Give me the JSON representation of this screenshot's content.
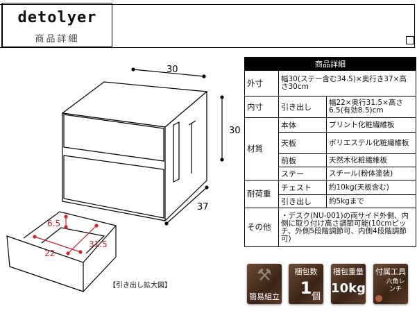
{
  "header": {
    "brand": "detolyer",
    "subtitle": "商品詳細"
  },
  "diagram": {
    "width": "30",
    "height": "30",
    "depth": "37",
    "drawer_height": "6.5",
    "drawer_width": "22",
    "drawer_depth": "31.5",
    "caption": "【引き出し拡大図】"
  },
  "table": {
    "title": "商品詳細",
    "outer": {
      "label": "外寸",
      "value": "幅30(ステー含む34.5)×奥行き37×高さ30cm"
    },
    "inner": {
      "label": "内寸",
      "sub": "引き出し",
      "value": "幅22×奥行31.5×高さ6.5(有効8.5)cm"
    },
    "material": {
      "label": "材質",
      "rows": [
        {
          "k": "本体",
          "v": "プリント化粧繊維板"
        },
        {
          "k": "天板",
          "v": "ポリエステル化粧繊維板"
        },
        {
          "k": "前板",
          "v": "天然木化粧繊維板"
        },
        {
          "k": "ステー",
          "v": "スチール(粉体塗装)"
        }
      ]
    },
    "load": {
      "label": "耐荷重",
      "rows": [
        {
          "k": "チェスト",
          "v": "約10kg(天板含む)"
        },
        {
          "k": "引き出し",
          "v": "約5kgまで"
        }
      ]
    },
    "other": {
      "label": "その他",
      "value": "・デスク(NU-001)の両サイド外側、内側に取り付け高さ調節可能(10cmピッチ、外側5段階調節可、内側4段階調節可)"
    }
  },
  "badges": [
    {
      "label": "簡易組立"
    },
    {
      "label": "梱包数",
      "value": "1",
      "unit": "個"
    },
    {
      "label": "梱包重量",
      "value": "10kg"
    },
    {
      "label": "付属工具",
      "value": "六角レンチ"
    }
  ]
}
